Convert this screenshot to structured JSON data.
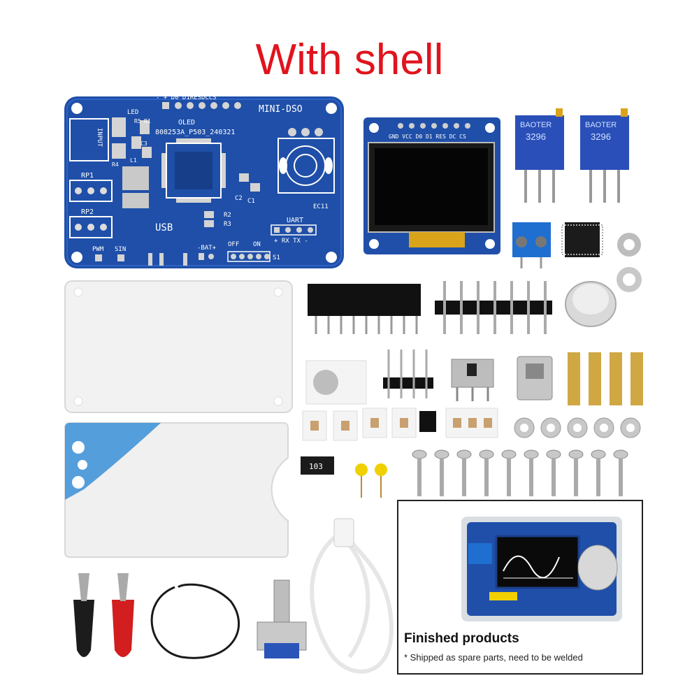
{
  "heading": {
    "text": "With shell",
    "color": "#e0141e"
  },
  "pcb": {
    "title": "MINI-DSO",
    "model": "808253A_P503_240321",
    "oled_label": "OLED",
    "oled_pins": "- + D0 D1RESDCCS",
    "usb": "USB",
    "uart": "UART",
    "uart_pins": "+ RX TX -",
    "input": "INPUT",
    "rp1": "RP1",
    "rp2": "RP2",
    "pwm": "PWM",
    "sin": "SIN",
    "bat": "-BAT+",
    "off": "OFF",
    "on": "ON",
    "led": "LED",
    "r5": "R5",
    "r1": "R1",
    "c3": "C3",
    "l1": "L1",
    "r4": "R4",
    "r2": "R2",
    "r3": "R3",
    "c2": "C2",
    "c1": "C1",
    "s1": "S1",
    "ec11": "EC11",
    "color": "#1f4fa8"
  },
  "oled_module": {
    "pins": "GND VCC D0 D1 RES DC CS"
  },
  "pots": {
    "brand": "BAOTER",
    "code": "3296"
  },
  "resistor_code": "103",
  "finished": {
    "title": "Finished products",
    "note": "* Shipped as spare parts, need to be welded"
  }
}
